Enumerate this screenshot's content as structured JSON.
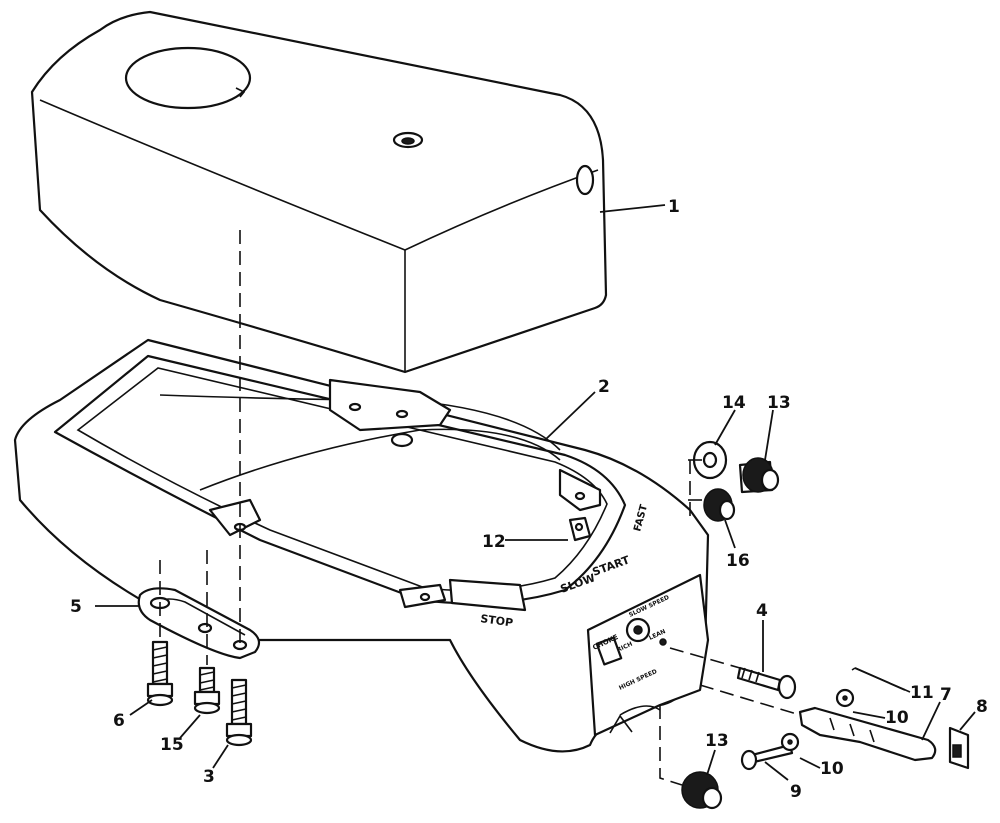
{
  "callouts": [
    "1",
    "2",
    "3",
    "4",
    "5",
    "6",
    "7",
    "8",
    "9",
    "10",
    "10",
    "11",
    "12",
    "13",
    "13",
    "14",
    "15",
    "16"
  ],
  "tray_labels": {
    "stop": "STOP",
    "slow": "SLOW",
    "start": "START",
    "fast": "FAST"
  },
  "panel_labels": {
    "choke": "CHOKE",
    "slow_speed": "SLOW SPEED",
    "rich": "RICH",
    "lean": "LEAN",
    "high_speed": "HIGH SPEED"
  }
}
